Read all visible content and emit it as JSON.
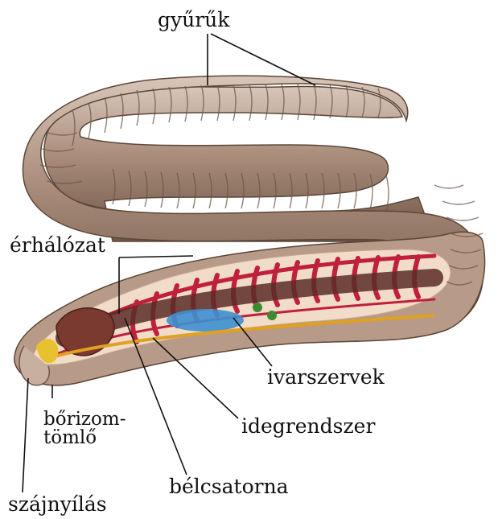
{
  "labels": {
    "gyuruk": "gyűrűk",
    "erhalozat": "érhálózat",
    "ivarszervek": "ivarszervek",
    "idegrendszer": "idegrendszer",
    "borizomtomlo_1": "bőrizom-",
    "borizomtomlo_2": "tömlő",
    "belcsatorna": "bélcsatorna",
    "szajnyilas": "szájnyílás"
  },
  "colors": {
    "skin": "#a98c7a",
    "skin_shadow": "#7a6252",
    "vessel": "#c0203a",
    "gut": "#5a2d28",
    "gonads": "#3d8fd0",
    "nerve": "#e0a020",
    "cut_face": "#f0dcc8"
  }
}
